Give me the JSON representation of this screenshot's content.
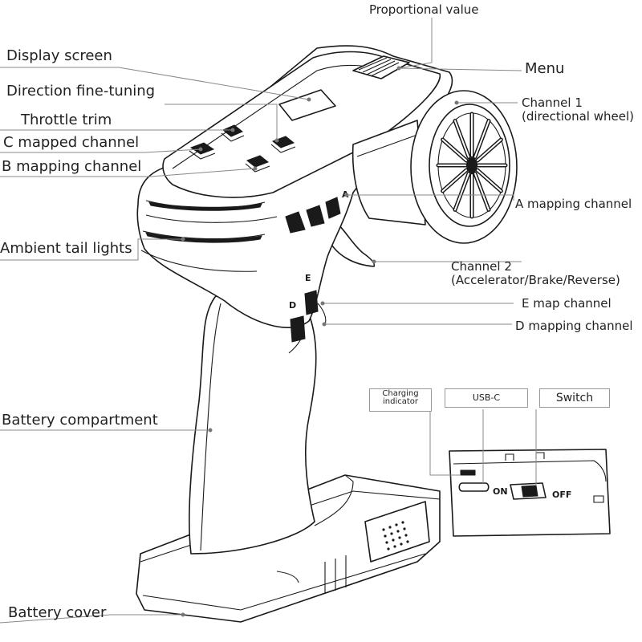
{
  "labels": {
    "proportional_value": "Proportional value",
    "display_screen": "Display screen",
    "direction_fine_tuning": "Direction fine-tuning",
    "throttle_trim": "Throttle trim",
    "c_mapped_channel": "C mapped channel",
    "b_mapping_channel": "B mapping channel",
    "ambient_tail_lights": "Ambient tail lights",
    "battery_compartment": "Battery compartment",
    "battery_cover": "Battery cover",
    "menu": "Menu",
    "channel_1_line1": "Channel 1",
    "channel_1_line2": "(directional wheel)",
    "a_mapping_channel": "A mapping channel",
    "channel_2_line1": "Channel 2",
    "channel_2_line2": "(Accelerator/Brake/Reverse)",
    "e_map_channel": "E map channel",
    "d_mapping_channel": "D mapping channel"
  },
  "inset": {
    "charging_indicator_line1": "Charging",
    "charging_indicator_line2": "indicator",
    "usb_c": "USB-C",
    "switch": "Switch",
    "on": "ON",
    "off": "OFF"
  },
  "silkscreen": {
    "a": "A",
    "d": "D",
    "e": "E"
  }
}
